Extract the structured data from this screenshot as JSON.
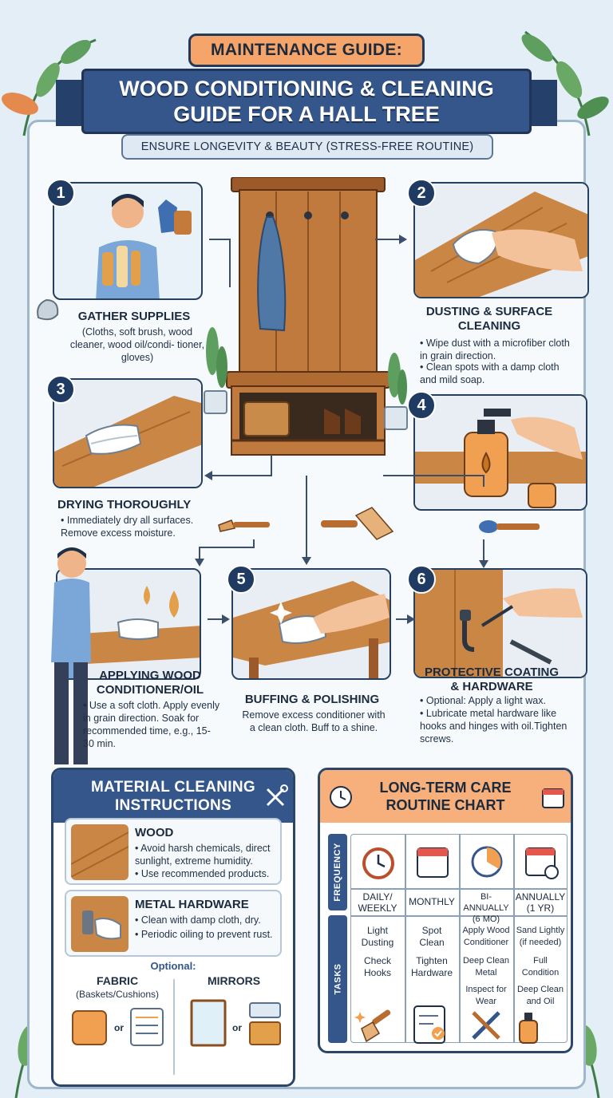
{
  "header": {
    "tag": "MAINTENANCE GUIDE:",
    "title_line1": "WOOD CONDITIONING & CLEANING",
    "title_line2": "GUIDE FOR A HALL TREE",
    "subtitle": "ENSURE LONGEVITY & BEAUTY (STRESS-FREE ROUTINE)"
  },
  "steps": [
    {
      "num": "1",
      "title": "GATHER SUPPLIES",
      "text": "(Cloths, soft brush, wood cleaner, wood oil/condi- tioner, gloves)"
    },
    {
      "num": "2",
      "title_line1": "DUSTING & SURFACE",
      "title_line2": "CLEANING",
      "bullet1": "• Wipe dust with a microfiber cloth in grain direction.",
      "bullet2": "• Clean spots with a damp cloth and mild soap."
    },
    {
      "num": "3",
      "title": "DRYING THOROUGHLY",
      "text": "• Immediately dry all surfaces. Remove excess moisture."
    },
    {
      "num": "4"
    },
    {
      "num": "5",
      "title": "BUFFING & POLISHING",
      "text": "Remove excess conditioner with a clean cloth. Buff to a shine."
    },
    {
      "num": "6",
      "title_line1": "PROTECTIVE COATING",
      "title_line2": "& HARDWARE",
      "bullet1": "• Optional: Apply a light wax.",
      "bullet2": "• Lubricate metal hardware like hooks and hinges with oil.Tighten screws."
    },
    {
      "title_line1": "APPLYING WOOD",
      "title_line2": "CONDITIONER/OIL",
      "text": "• Use a soft cloth. Apply evenly in grain direction. Soak for recommended time, e.g., 15-30 min."
    }
  ],
  "material": {
    "heading_line1": "MATERIAL CLEANING",
    "heading_line2": "INSTRUCTIONS",
    "wood_title": "WOOD",
    "wood_b1": "• Avoid harsh chemicals, direct sunlight, extreme humidity.",
    "wood_b2": "• Use recommended products.",
    "metal_title": "METAL HARDWARE",
    "metal_b1": "• Clean with damp cloth, dry.",
    "metal_b2": "• Periodic oiling to prevent rust.",
    "optional": "Optional:",
    "fabric_title": "FABRIC",
    "fabric_sub": "(Baskets/Cushions)",
    "mirrors_title": "MIRRORS",
    "or1": "or",
    "or2": "or"
  },
  "care": {
    "heading_line1": "LONG-TERM CARE",
    "heading_line2": "ROUTINE CHART",
    "frequency_label": "FREQUENCY",
    "tasks_label": "TASKS",
    "columns": [
      {
        "label1": "DAILY/",
        "label2": "WEEKLY",
        "t1a": "Light",
        "t1b": "Dusting",
        "t2a": "Check",
        "t2b": "Hooks"
      },
      {
        "label1": "MONTHLY",
        "label2": "",
        "t1a": "Spot",
        "t1b": "Clean",
        "t2a": "Tighten",
        "t2b": "Hardware"
      },
      {
        "label1": "BI-ANNUALLY",
        "label2": "(6 MO)",
        "t1a": "Apply Wood",
        "t1b": "Conditioner",
        "t2a": "Deep Clean",
        "t2b": "Metal",
        "t3a": "Inspect for",
        "t3b": "Wear"
      },
      {
        "label1": "ANNUALLY",
        "label2": "(1 YR)",
        "t1a": "Sand Lightly",
        "t1b": "(if needed)",
        "t2a": "Full",
        "t2b": "Condition",
        "t3a": "Deep Clean",
        "t3b": "and Oil"
      }
    ]
  },
  "colors": {
    "navy": "#34568a",
    "orange": "#f6a56a",
    "wood": "#b86b33",
    "bg": "#e4eef6"
  }
}
